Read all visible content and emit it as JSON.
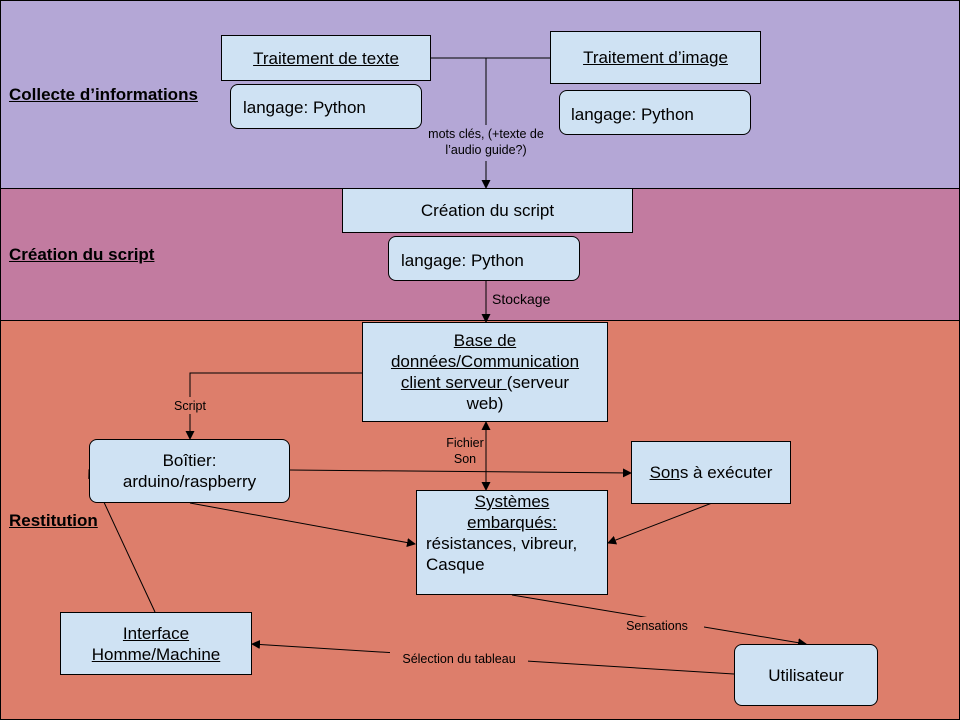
{
  "colors": {
    "collect_band": "#b4a7d6",
    "creation_band": "#c27ba0",
    "restitution_band": "#dd7e6b",
    "box_fill": "#cfe2f3",
    "stroke": "#000000"
  },
  "bands": {
    "collect": "Collecte d’informations",
    "creation": "Création du script",
    "restitution": "Restitution"
  },
  "nodes": {
    "text_processing": "Traitement de texte",
    "text_lang": "langage: Python",
    "image_processing": "Traitement d’image",
    "image_lang": "langage: Python",
    "script_creation": "Création du script",
    "script_lang": "langage: Python",
    "database": {
      "line1": "Base de",
      "line2": "données/Communication",
      "line3_underlined": "client serveur ",
      "line3_rest": "(serveur",
      "line4": "web)"
    },
    "box_device": {
      "line1": "Boîtier:",
      "line2": "arduino/raspberry"
    },
    "sounds": {
      "underlined": "Son",
      "rest": "s à exécuter"
    },
    "embedded": {
      "line1": "Systèmes",
      "line2": "embarqués:",
      "line3": "résistances, vibreur,",
      "line4": "Casque"
    },
    "hmi": {
      "line1": "Interface",
      "line2": "Homme/Machine"
    },
    "user": "Utilisateur"
  },
  "edge_labels": {
    "keywords_line1": "mots clés, (+texte de",
    "keywords_line2": "l’audio guide?)",
    "storage": "Stockage",
    "script": "Script",
    "file_line1": "Fichier",
    "file_line2": "Son",
    "sensations": "Sensations",
    "table_selection": "Sélection du tableau"
  }
}
